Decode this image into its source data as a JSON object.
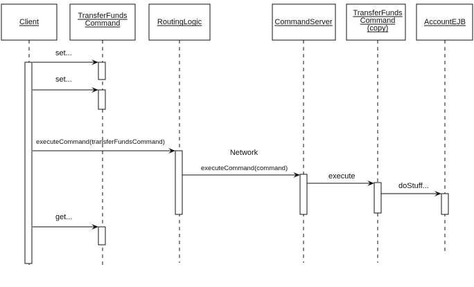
{
  "participants": [
    {
      "id": "client",
      "lines": [
        "Client"
      ]
    },
    {
      "id": "transferfunds",
      "lines": [
        "TransferFunds",
        "Command"
      ]
    },
    {
      "id": "routing",
      "lines": [
        "RoutingLogic"
      ]
    },
    {
      "id": "commandserver",
      "lines": [
        "CommandServer"
      ]
    },
    {
      "id": "transferfunds-copy",
      "lines": [
        "TransferFunds",
        "Command",
        "(copy)"
      ]
    },
    {
      "id": "accountejb",
      "lines": [
        "AccountEJB"
      ]
    }
  ],
  "messages": [
    {
      "from": "client",
      "to": "transferfunds",
      "label": "set..."
    },
    {
      "from": "client",
      "to": "transferfunds",
      "label": "set..."
    },
    {
      "from": "client",
      "to": "routing",
      "label": "executeCommand(transferFundsCommand)"
    },
    {
      "from": "routing",
      "to": "commandserver",
      "label": "executeCommand(command)"
    },
    {
      "from": "commandserver",
      "to": "transferfunds-copy",
      "label": "execute"
    },
    {
      "from": "transferfunds-copy",
      "to": "accountejb",
      "label": "doStuff..."
    },
    {
      "from": "client",
      "to": "transferfunds",
      "label": "get..."
    }
  ],
  "annotations": {
    "network": "Network"
  }
}
